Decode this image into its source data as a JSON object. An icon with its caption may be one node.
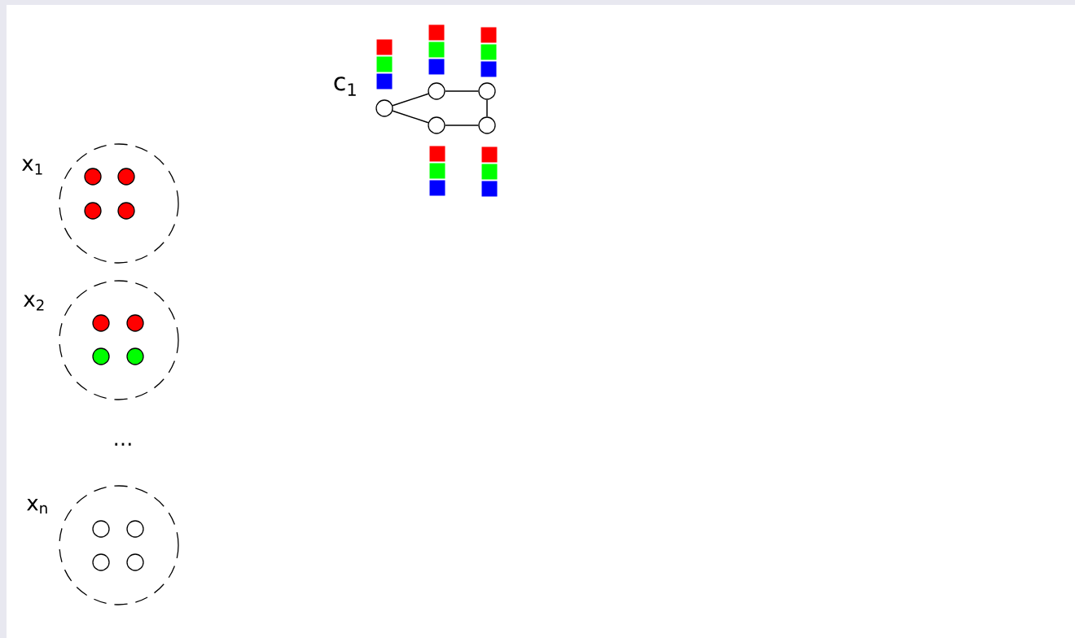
{
  "diagram": {
    "nodes": [
      {
        "text": [
          "x$_{1}$"
        ]
      },
      {
        "text": [
          "x$_{2}$"
        ]
      },
      {
        "text": [
          "x$_{n}$"
        ]
      },
      {
        "text": [],
        "shape": "circle"
      },
      {
        "text": [],
        "shape": "circle"
      },
      {
        "text": [],
        "shape": "circle"
      },
      {
        "text": [],
        "shape": "circle"
      },
      {
        "text": [],
        "shape": "circle"
      }
    ],
    "edges": [
      {
        "from": 3,
        "to": 4,
        "arrow": "none"
      },
      {
        "from": 3,
        "to": 5,
        "arrow": "none"
      },
      {
        "from": 4,
        "to": 6,
        "arrow": "none"
      },
      {
        "from": 5,
        "to": 7,
        "arrow": "none"
      },
      {
        "from": 6,
        "to": 7,
        "arrow": "none"
      }
    ],
    "labels": [
      "c$_{1}$",
      "..."
    ]
  }
}
